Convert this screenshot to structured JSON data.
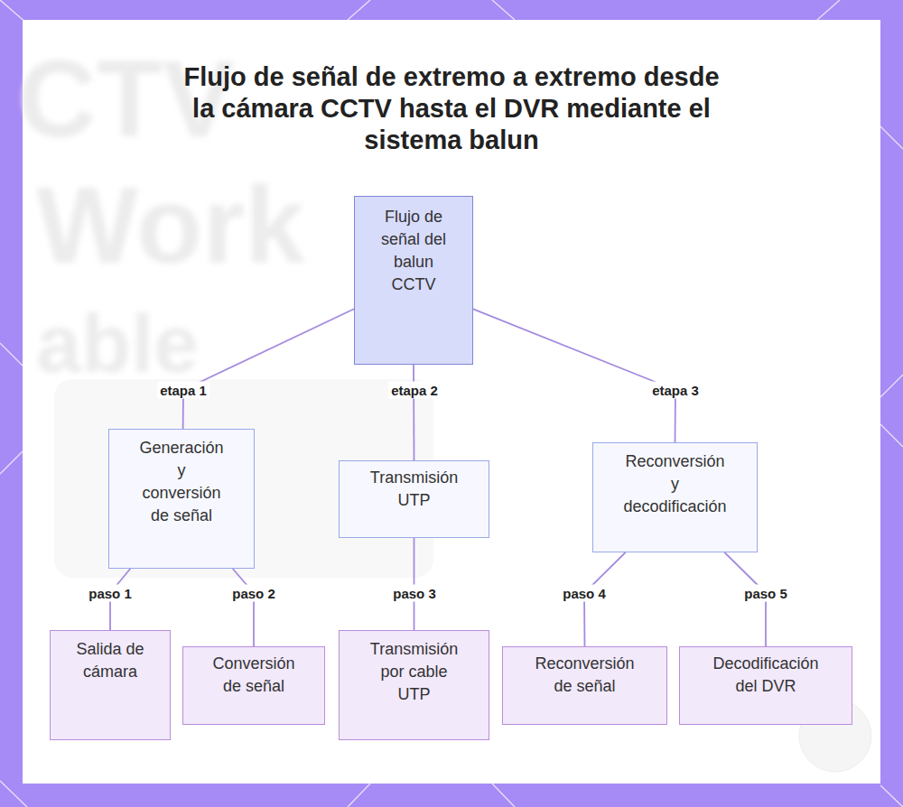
{
  "diagram": {
    "title": "Flujo de señal de extremo a extremo desde la cámara CCTV hasta el DVR mediante el sistema balun",
    "nodes": [
      {
        "text": [
          "Flujo de señal del balun CCTV"
        ]
      },
      {
        "text": [
          "Generación y conversión de señal"
        ]
      },
      {
        "text": [
          "Transmisión UTP"
        ]
      },
      {
        "text": [
          "Reconversión y decodificación"
        ]
      },
      {
        "text": [
          "Salida de cámara"
        ]
      },
      {
        "text": [
          "Conversión de señal"
        ]
      },
      {
        "text": [
          "Transmisión por cable UTP"
        ]
      },
      {
        "text": [
          "Reconversión de señal"
        ]
      },
      {
        "text": [
          "Decodificación del DVR"
        ]
      }
    ],
    "edges": [
      {
        "from": 0,
        "to": 1,
        "label": "etapa 1",
        "arrow": "none"
      },
      {
        "from": 0,
        "to": 2,
        "label": "etapa 2",
        "arrow": "none"
      },
      {
        "from": 0,
        "to": 3,
        "label": "etapa 3",
        "arrow": "none"
      },
      {
        "from": 1,
        "to": 4,
        "label": "paso 1",
        "arrow": "none"
      },
      {
        "from": 1,
        "to": 5,
        "label": "paso 2",
        "arrow": "none"
      },
      {
        "from": 2,
        "to": 6,
        "label": "paso 3",
        "arrow": "none"
      },
      {
        "from": 3,
        "to": 7,
        "label": "paso 4",
        "arrow": "none"
      },
      {
        "from": 3,
        "to": 8,
        "label": "paso 5",
        "arrow": "none"
      }
    ],
    "labels": [
      "CTV",
      "Work",
      "able"
    ]
  }
}
